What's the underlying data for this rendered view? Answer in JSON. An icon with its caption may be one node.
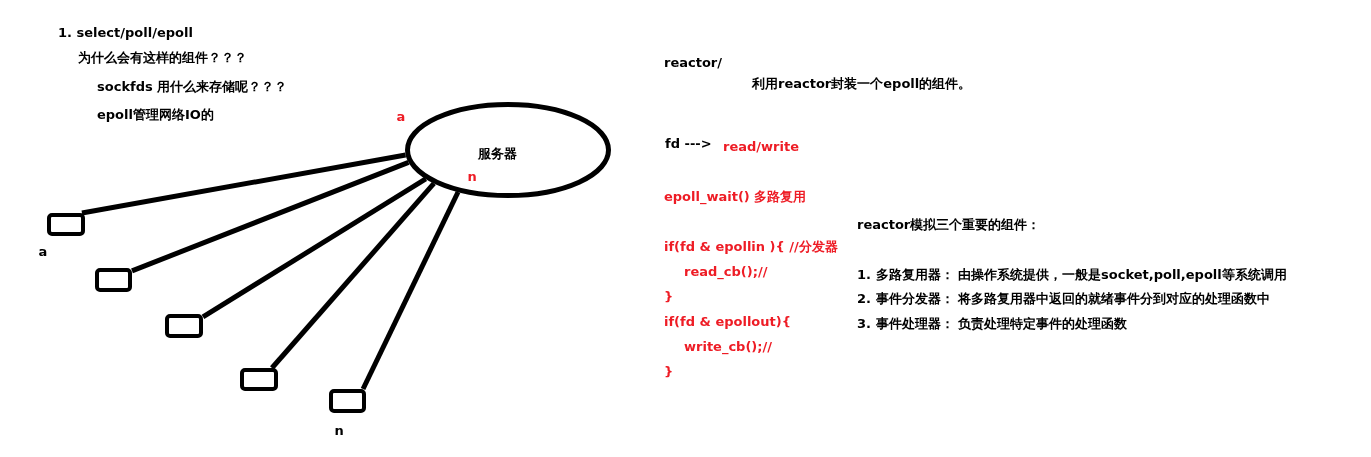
{
  "diagram": {
    "nodes": [
      {
        "text": [
          "服务器",
          "n"
        ],
        "beside": [
          "a"
        ]
      },
      {
        "text": [],
        "shape": "box",
        "beside": [
          "a"
        ]
      },
      {
        "text": [],
        "shape": "box"
      },
      {
        "text": [],
        "shape": "box"
      },
      {
        "text": [],
        "shape": "box"
      },
      {
        "text": [],
        "shape": "box",
        "beside": [
          "n"
        ]
      }
    ],
    "edges": [
      {
        "from": 1,
        "to": 0,
        "arrow": "none"
      },
      {
        "from": 2,
        "to": 0,
        "arrow": "none"
      },
      {
        "from": 3,
        "to": 0,
        "arrow": "none"
      },
      {
        "from": 4,
        "to": 0,
        "arrow": "none"
      },
      {
        "from": 5,
        "to": 0,
        "arrow": "none"
      }
    ],
    "labels": [
      "1. select/poll/epoll",
      "为什么会有这样的组件？？？",
      "sockfds 用什么来存储呢？？？",
      "epoll管理网络IO的",
      "reactor/",
      "利用reactor封装一个epoll的组件。",
      "fd --->",
      "read/write",
      "epoll_wait() 多路复用",
      "if(fd & epollin ){ //分发器",
      "read_cb();//",
      "}",
      "if(fd & epollout){",
      "write_cb();//",
      "}",
      "reactor模拟三个重要的组件：",
      "1. 多路复用器： 由操作系统提供，一般是socket,poll,epoll等系统调用",
      "2. 事件分发器： 将多路复用器中返回的就绪事件分到对应的处理函数中",
      "3. 事件处理器： 负责处理特定事件的处理函数"
    ]
  }
}
